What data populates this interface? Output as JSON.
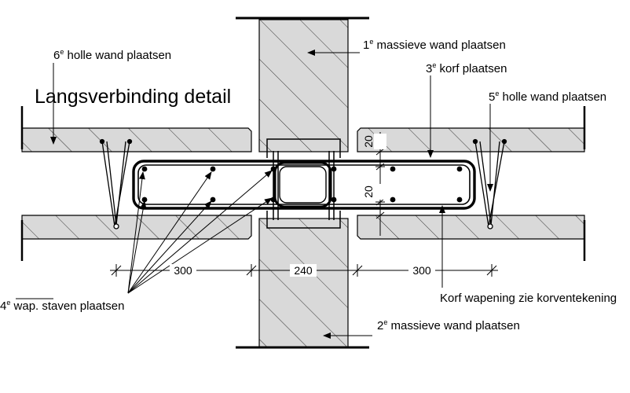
{
  "diagram": {
    "title": "Langsverbinding detail",
    "labels": {
      "wall_1": {
        "ordinal": "1",
        "sup": "e",
        "text": " massieve wand plaatsen"
      },
      "wall_2": {
        "ordinal": "2",
        "sup": "e",
        "text": " massieve wand plaatsen"
      },
      "korf_3": {
        "ordinal": "3",
        "sup": "e",
        "text": " korf plaatsen"
      },
      "staven_4": {
        "ordinal": "4",
        "sup": "e",
        "text": " wap. staven plaatsen"
      },
      "holle_5": {
        "ordinal": "5",
        "sup": "e",
        "text": " holle wand plaatsen"
      },
      "holle_6": {
        "ordinal": "6",
        "sup": "e",
        "text": " holle wand plaatsen"
      },
      "korf_note": "Korf wapening zie korventekening"
    },
    "dimensions": {
      "left_span": "300",
      "center_span": "240",
      "right_span": "300",
      "gap_top": "20",
      "gap_bottom": "20"
    }
  }
}
